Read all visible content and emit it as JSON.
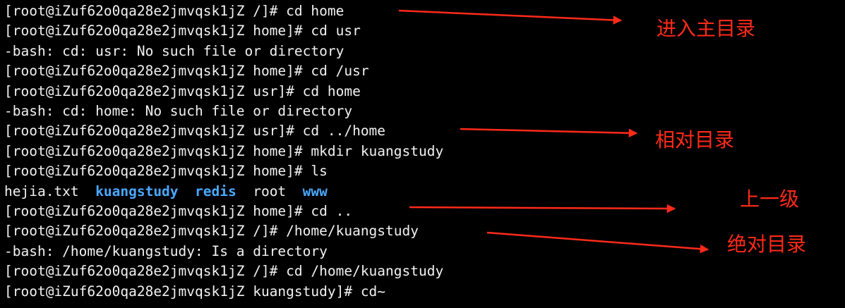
{
  "terminal": {
    "lines": [
      {
        "segments": [
          {
            "text": "[root@iZuf62o0qa28e2jmvqsk1jZ /]# cd home"
          }
        ]
      },
      {
        "segments": [
          {
            "text": "[root@iZuf62o0qa28e2jmvqsk1jZ home]# cd usr"
          }
        ]
      },
      {
        "segments": [
          {
            "text": "-bash: cd: usr: No such file or directory"
          }
        ]
      },
      {
        "segments": [
          {
            "text": "[root@iZuf62o0qa28e2jmvqsk1jZ home]# cd /usr"
          }
        ]
      },
      {
        "segments": [
          {
            "text": "[root@iZuf62o0qa28e2jmvqsk1jZ usr]# cd home"
          }
        ]
      },
      {
        "segments": [
          {
            "text": "-bash: cd: home: No such file or directory"
          }
        ]
      },
      {
        "segments": [
          {
            "text": "[root@iZuf62o0qa28e2jmvqsk1jZ usr]# cd ../home"
          }
        ]
      },
      {
        "segments": [
          {
            "text": "[root@iZuf62o0qa28e2jmvqsk1jZ home]# mkdir kuangstudy"
          }
        ]
      },
      {
        "segments": [
          {
            "text": "[root@iZuf62o0qa28e2jmvqsk1jZ home]# ls"
          }
        ]
      },
      {
        "segments": [
          {
            "text": "hejia.txt  ",
            "kind": "file"
          },
          {
            "text": "kuangstudy",
            "kind": "dir"
          },
          {
            "text": "  ",
            "kind": "space"
          },
          {
            "text": "redis",
            "kind": "dir"
          },
          {
            "text": "  root  ",
            "kind": "file"
          },
          {
            "text": "www",
            "kind": "dir"
          }
        ]
      },
      {
        "segments": [
          {
            "text": "[root@iZuf62o0qa28e2jmvqsk1jZ home]# cd .."
          }
        ]
      },
      {
        "segments": [
          {
            "text": "[root@iZuf62o0qa28e2jmvqsk1jZ /]# /home/kuangstudy"
          }
        ]
      },
      {
        "segments": [
          {
            "text": "-bash: /home/kuangstudy: Is a directory"
          }
        ]
      },
      {
        "segments": [
          {
            "text": "[root@iZuf62o0qa28e2jmvqsk1jZ /]# cd /home/kuangstudy"
          }
        ]
      },
      {
        "segments": [
          {
            "text": "[root@iZuf62o0qa28e2jmvqsk1jZ kuangstudy]# cd~"
          }
        ]
      }
    ]
  },
  "annotations": [
    {
      "label": "进入主目录"
    },
    {
      "label": "相对目录"
    },
    {
      "label": "上一级"
    },
    {
      "label": "绝对目录"
    }
  ],
  "colors": {
    "background": "#000000",
    "text": "#f2f2f2",
    "directory": "#4aa8ff",
    "annotation": "#ff2a1a"
  }
}
